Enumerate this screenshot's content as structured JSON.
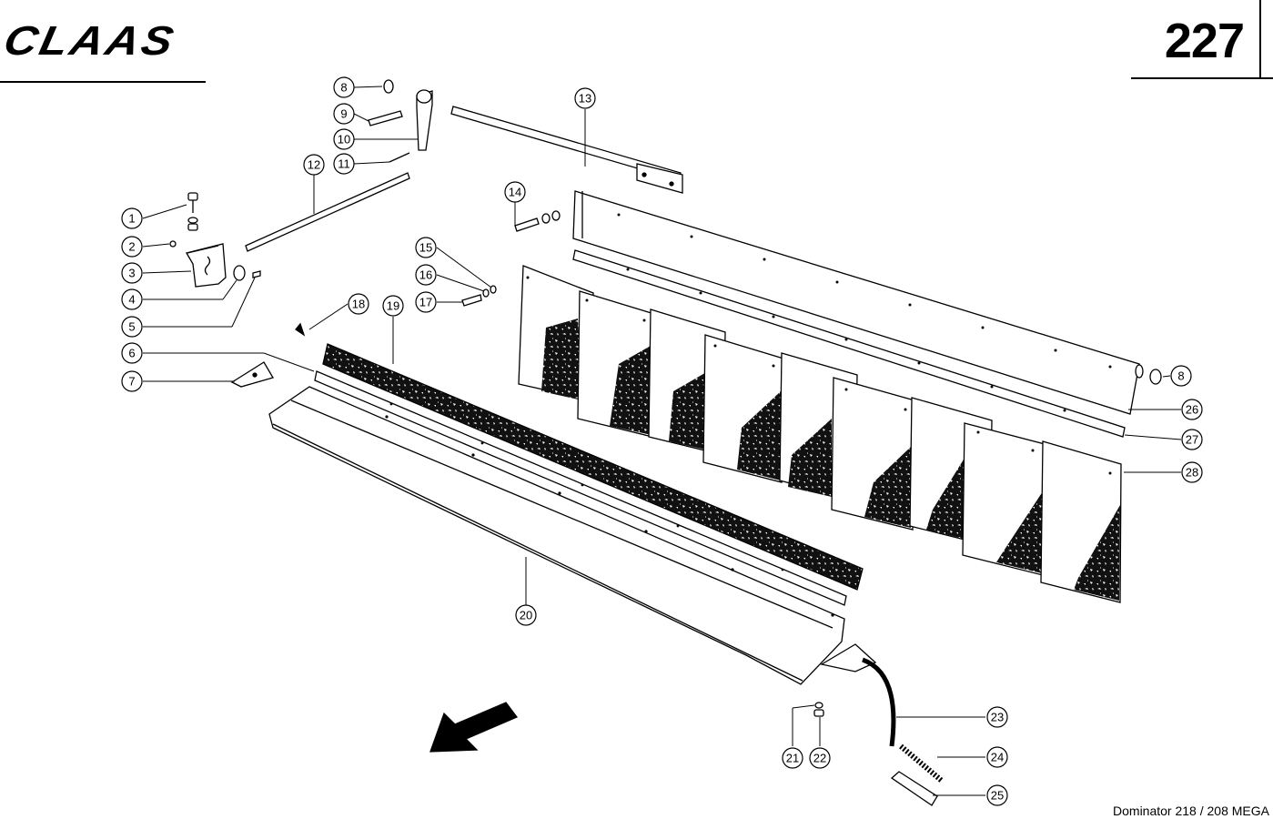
{
  "header": {
    "brand": "CLAAS",
    "page_number": "227"
  },
  "footer": {
    "model": "Dominator 218 / 208 MEGA"
  },
  "callouts": [
    "1",
    "2",
    "3",
    "4",
    "5",
    "6",
    "7",
    "8",
    "9",
    "10",
    "11",
    "12",
    "13",
    "14",
    "15",
    "16",
    "17",
    "18",
    "19",
    "20",
    "21",
    "22",
    "23",
    "24",
    "25",
    "26",
    "27",
    "28"
  ]
}
